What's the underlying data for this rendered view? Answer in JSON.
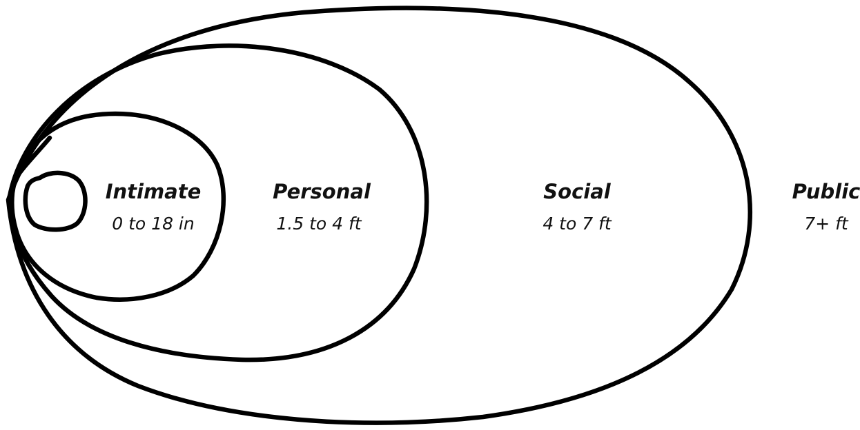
{
  "zones": [
    {
      "name": "Intimate",
      "range": "0 to 18 in"
    },
    {
      "name": "Personal",
      "range": "1.5 to 4 ft"
    },
    {
      "name": "Social",
      "range": "4 to 7 ft"
    },
    {
      "name": "Public",
      "range": "7+ ft"
    }
  ],
  "style": {
    "stroke_color": "#000000",
    "background": "#ffffff"
  }
}
